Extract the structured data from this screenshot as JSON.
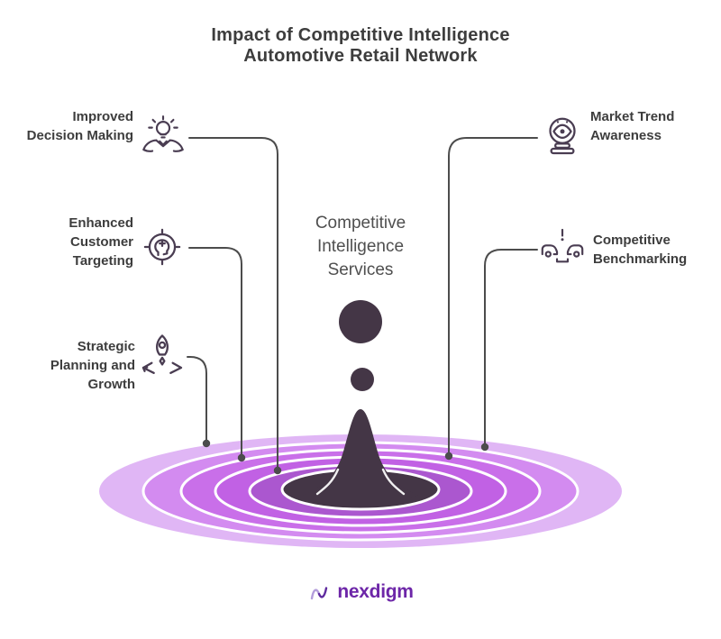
{
  "title": {
    "line1": "Impact of Competitive Intelligence",
    "line2": "Automotive Retail Network"
  },
  "center": {
    "label": "Competitive Intelligence Services"
  },
  "items": {
    "left": [
      {
        "label": "Improved Decision Making",
        "icon": "idea-person-icon"
      },
      {
        "label": "Enhanced Customer Targeting",
        "icon": "customer-target-icon"
      },
      {
        "label": "Strategic Planning and Growth",
        "icon": "rocket-launch-icon"
      }
    ],
    "right": [
      {
        "label": "Market Trend Awareness",
        "icon": "crystal-ball-icon"
      },
      {
        "label": "Competitive Benchmarking",
        "icon": "car-comparison-icon"
      }
    ]
  },
  "logo": {
    "text": "nexdigm"
  },
  "colors": {
    "ripple_outer": "#e0b6f5",
    "ripple_2": "#d38bf0",
    "ripple_3": "#c96fe9",
    "ripple_4": "#c161e4",
    "ripple_5": "#ab57cf",
    "splash_dark": "#443646",
    "connector": "#4c4c4c",
    "icon_stroke": "#4a3d52",
    "logo_mark_light": "#b39ddb",
    "logo_mark_dark": "#5e2a9e",
    "text_dark": "#3d3d3d"
  }
}
